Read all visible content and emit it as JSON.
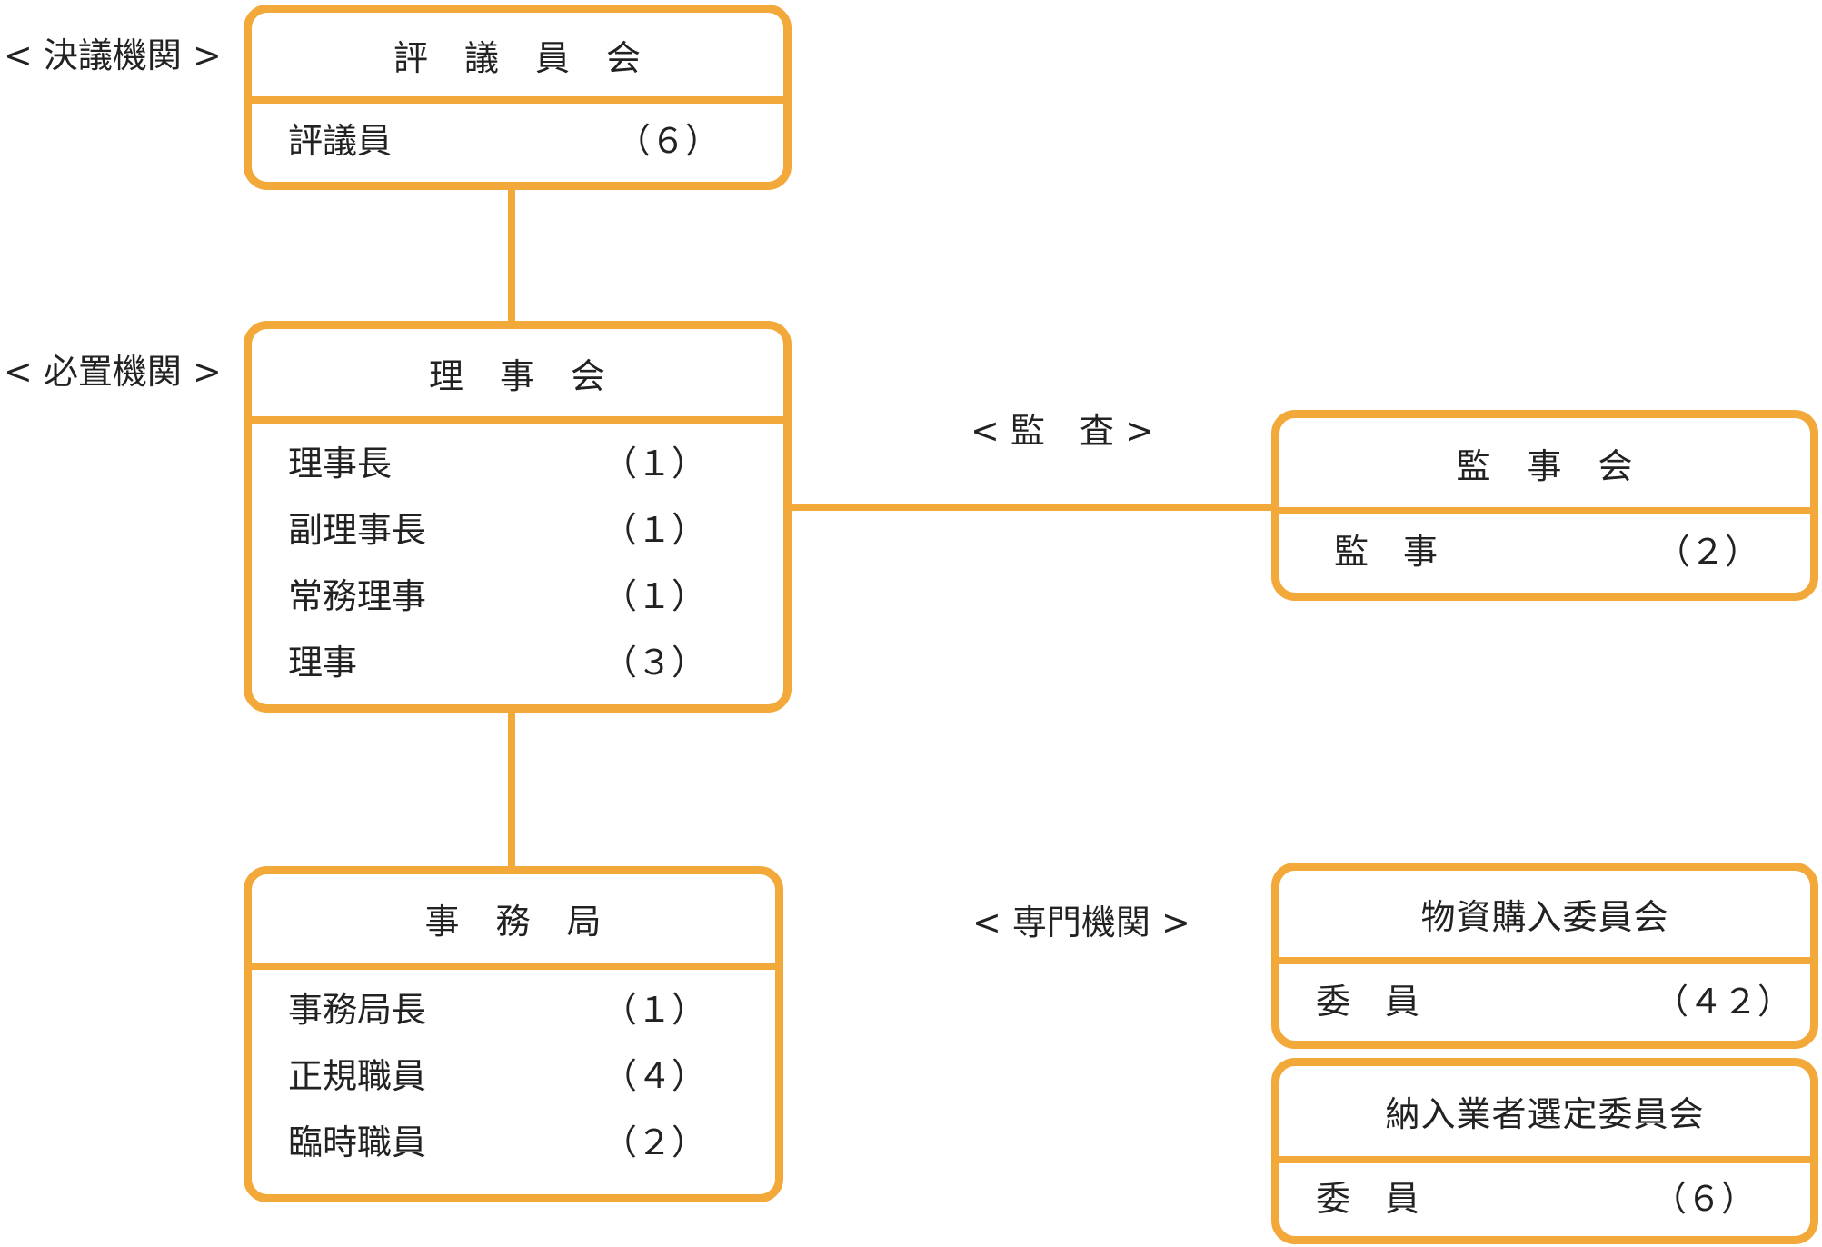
{
  "accent_color": "#f3a83a",
  "labels": {
    "decision": "< 決議機関 >",
    "required": "< 必置機関 >",
    "audit": "< 監　査 >",
    "special": "< 専門機関 >"
  },
  "councillors": {
    "title": "評　議　員　会",
    "rows": [
      {
        "label": "評議員",
        "count": "（６）"
      }
    ]
  },
  "board": {
    "title": "理　事　会",
    "rows": [
      {
        "label": "理事長",
        "count": "（１）"
      },
      {
        "label": "副理事長",
        "count": "（１）"
      },
      {
        "label": "常務理事",
        "count": "（１）"
      },
      {
        "label": "理事",
        "count": "（３）"
      }
    ]
  },
  "secretariat": {
    "title": "事　務　局",
    "rows": [
      {
        "label": "事務局長",
        "count": "（１）"
      },
      {
        "label": "正規職員",
        "count": "（４）"
      },
      {
        "label": "臨時職員",
        "count": "（２）"
      }
    ]
  },
  "auditors": {
    "title": "監　事　会",
    "rows": [
      {
        "label": "監　事",
        "count": "（２）"
      }
    ]
  },
  "procurement_committee": {
    "title": "物資購入委員会",
    "rows": [
      {
        "label": "委　員",
        "count": "（４２）"
      }
    ]
  },
  "vendor_committee": {
    "title": "納入業者選定委員会",
    "rows": [
      {
        "label": "委　員",
        "count": "（６）"
      }
    ]
  }
}
